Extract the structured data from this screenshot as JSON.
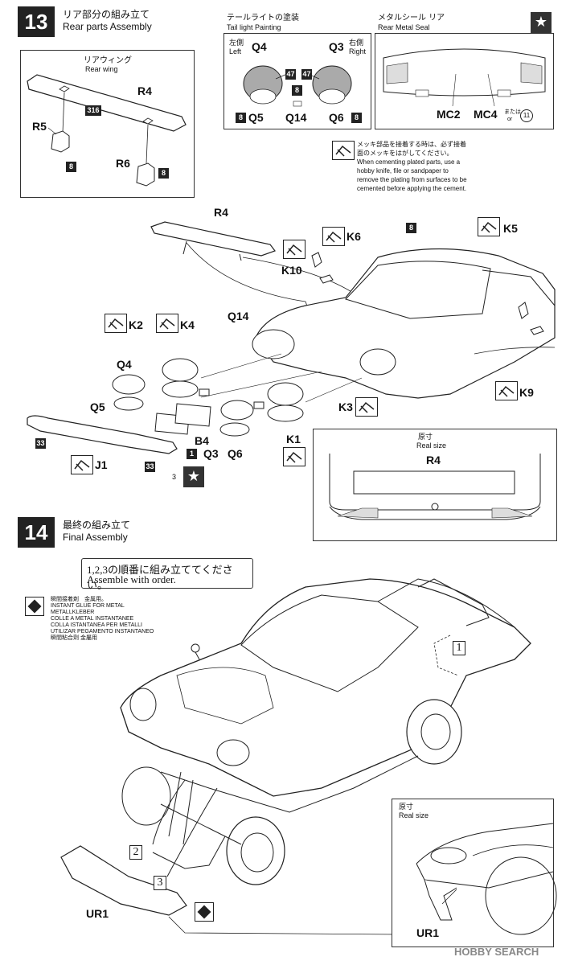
{
  "step13": {
    "number": "13",
    "title_jp": "リア部分の組み立て",
    "title_en": "Rear parts Assembly",
    "rear_wing_jp": "リアウィング",
    "rear_wing_en": "Rear wing",
    "taillight_jp": "テールライトの塗装",
    "taillight_en": "Tail light Painting",
    "left_jp": "左側",
    "left_en": "Left",
    "right_jp": "右側",
    "right_en": "Right",
    "metal_seal_jp": "メタルシール リア",
    "metal_seal_en": "Rear Metal Seal",
    "plating_note_jp": "メッキ部品を接着する時は、必ず接着面のメッキをはがしてください。",
    "plating_note_en": "When cementing plated parts, use a hobby knife, file or sandpaper to remove the plating from surfaces to be cemented before applying the cement.",
    "real_size_jp": "原寸",
    "real_size_en": "Real size",
    "or_jp": "または",
    "or_en": "or",
    "parts": {
      "R4": "R4",
      "R5": "R5",
      "R6": "R6",
      "Q3": "Q3",
      "Q4": "Q4",
      "Q5": "Q5",
      "Q6": "Q6",
      "Q14": "Q14",
      "K1": "K1",
      "K2": "K2",
      "K3": "K3",
      "K4": "K4",
      "K5": "K5",
      "K6": "K6",
      "K9": "K9",
      "K10": "K10",
      "B4": "B4",
      "J1": "J1",
      "MC2": "MC2",
      "MC4": "MC4"
    },
    "colors": {
      "c8": "8",
      "c316": "316",
      "c47": "47",
      "c33": "33",
      "c1": "1",
      "c11": "11",
      "n3": "3"
    }
  },
  "step14": {
    "number": "14",
    "title_jp": "最終の組み立て",
    "title_en": "Final Assembly",
    "order_jp": "1,2,3の順番に組み立ててください。",
    "order_en": "Assemble with order.",
    "glue_lines": [
      "瞬間接着剤　金属用。",
      "INSTANT GLUE FOR METAL",
      "METALLKLEBER",
      "COLLE A METAL INSTANTANEE",
      "COLLA ISTANTANEA PER METALLI",
      "UTILIZAR PEGAMENTO INSTANTANEO",
      "瞬間粘合劑 金屬用"
    ],
    "real_size_jp": "原寸",
    "real_size_en": "Real size",
    "UR1": "UR1",
    "order_marks": [
      "1",
      "2",
      "3"
    ]
  },
  "watermark": "HOBBY SEARCH"
}
